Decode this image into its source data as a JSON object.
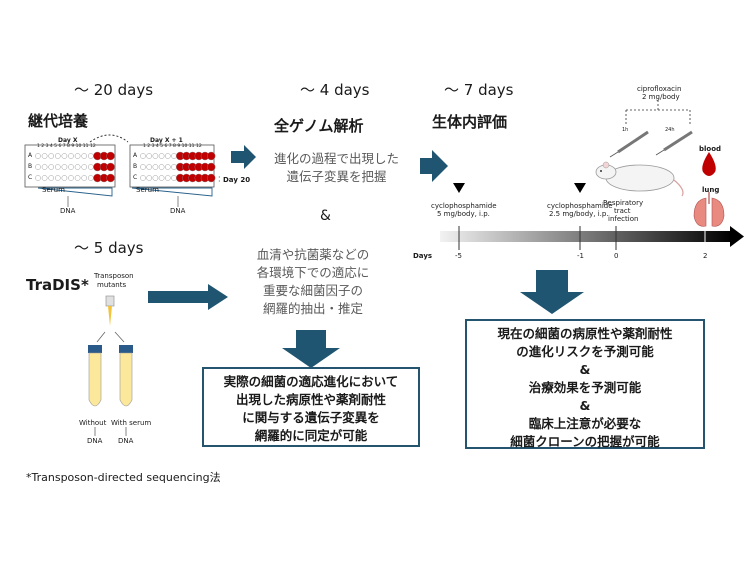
{
  "colors": {
    "arrow": "#1f5571",
    "box_border": "#24546e",
    "well_red": "#c00000"
  },
  "left": {
    "days_top": "～ 20 days",
    "title_top": "継代培養",
    "day_x": "Day X",
    "day_x1": "Day X + 1",
    "day_20": "Day 20",
    "serum1": "Serum",
    "serum2": "Serum",
    "dna1": "DNA",
    "dna2": "DNA",
    "plate_cols": "1 2 3 4 5 6 7 8 9 10 11 12",
    "rows": [
      "A",
      "B",
      "C"
    ],
    "days_mid": "～ 5 days",
    "tradis": "TraDIS*",
    "transposon": "Transposon",
    "mutants": "mutants",
    "without": "Without",
    "with_serum": "With serum",
    "dna3": "DNA",
    "dna4": "DNA",
    "footnote": "*Transposon-directed sequencing法"
  },
  "middle": {
    "days": "～ 4 days",
    "title": "全ゲノム解析",
    "text1_line1": "進化の過程で出現した",
    "text1_line2": "遺伝子変異を把握",
    "amp": "&",
    "text2_line1": "血清や抗菌薬などの",
    "text2_line2": "各環境下での適応に",
    "text2_line3": "重要な細菌因子の",
    "text2_line4": "網羅的抽出・推定",
    "box_line1": "実際の細菌の適応進化において",
    "box_line2": "出現した病原性や薬剤耐性",
    "box_line3": "に関与する遺伝子変異を",
    "box_line4": "網羅的に同定が可能"
  },
  "right": {
    "days": "～ 7 days",
    "title": "生体内評価",
    "cipro1": "ciprofloxacin",
    "cipro2": "2 mg/body",
    "t1h": "1h",
    "t24h": "24h",
    "blood": "blood",
    "lung": "lung",
    "cyclo1_a": "cyclophosphamide",
    "cyclo1_b": "5 mg/body, i.p.",
    "cyclo2_a": "cyclophosphamide",
    "cyclo2_b": "2.5 mg/body, i.p.",
    "resp1": "Respiratory",
    "resp2": "tract",
    "resp3": "infection",
    "days_label": "Days",
    "ticks": [
      "-5",
      "-1",
      "0",
      "2"
    ],
    "box_line1": "現在の細菌の病原性や薬剤耐性",
    "box_line2": "の進化リスクを予測可能",
    "box_amp1": "&",
    "box_line3": "治療効果を予測可能",
    "box_amp2": "&",
    "box_line4": "臨床上注意が必要な",
    "box_line5": "細菌クローンの把握が可能"
  }
}
